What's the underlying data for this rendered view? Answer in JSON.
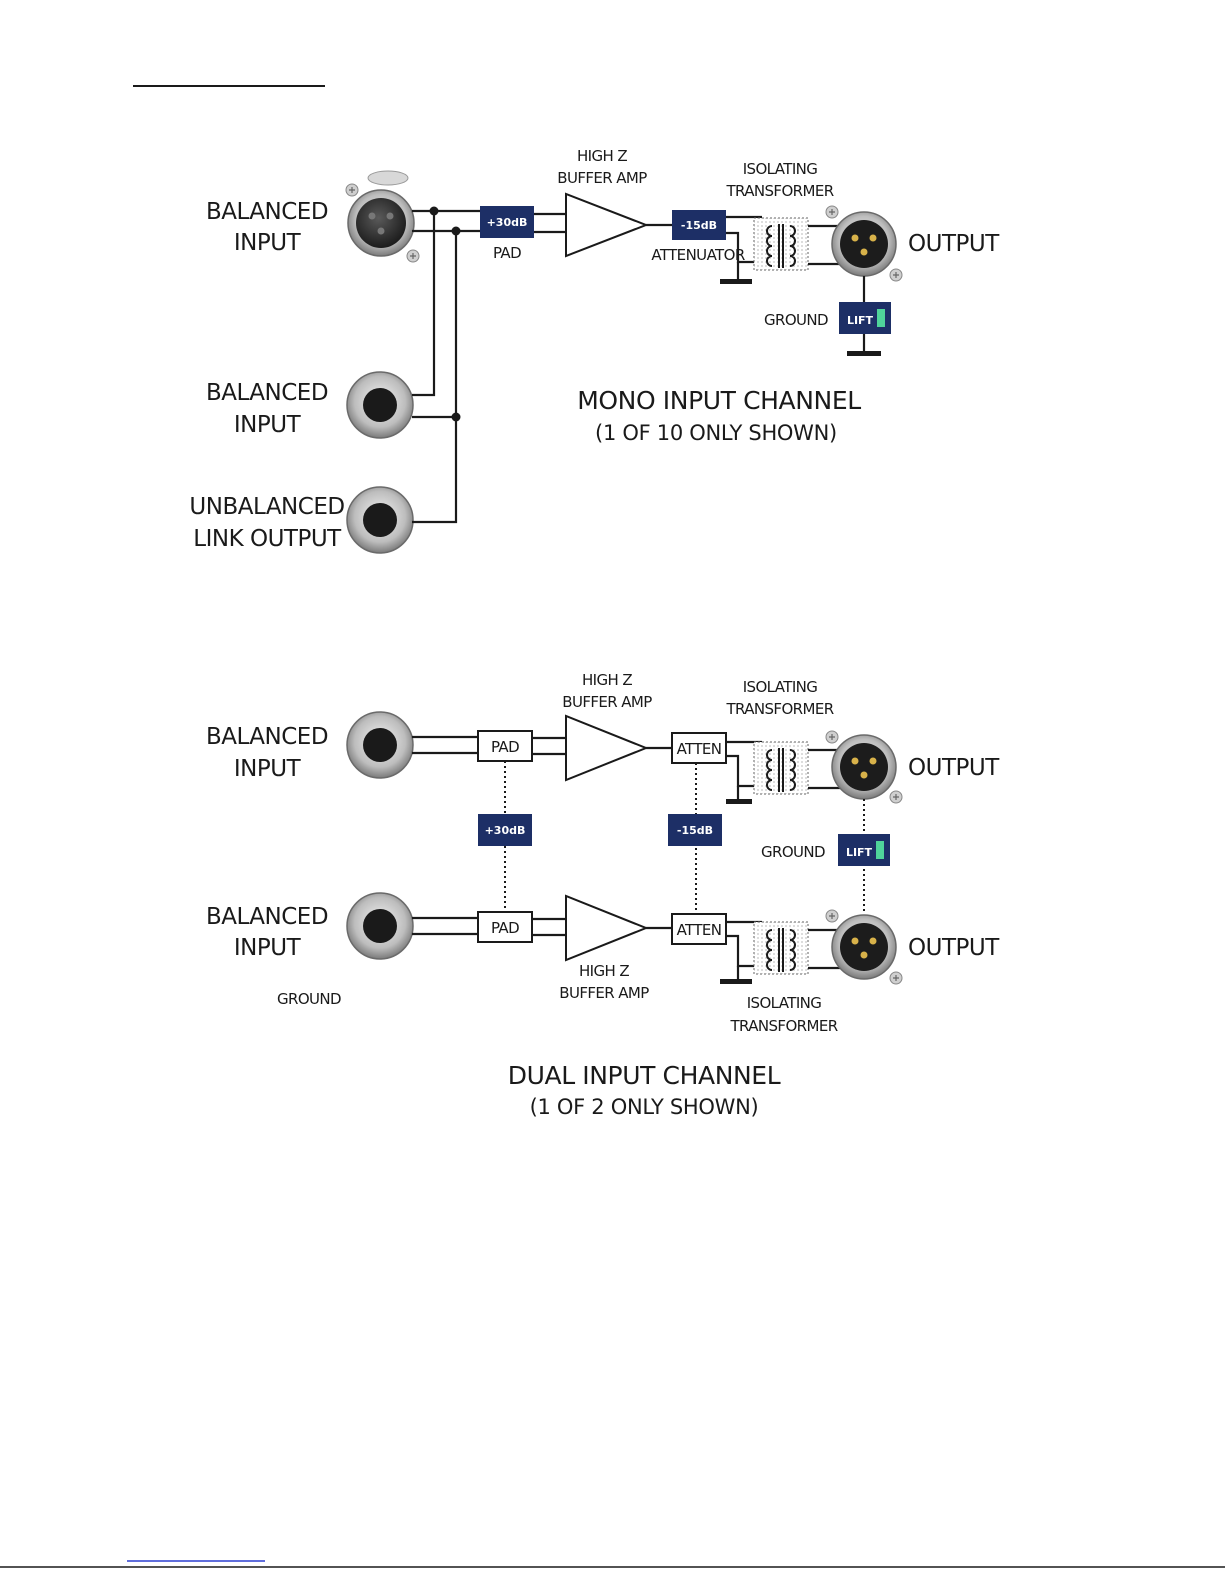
{
  "colors": {
    "badge": "#1d2f66",
    "lift_led": "#4fd39a",
    "connector_ring": "#b5b5b5",
    "xlr_pin": "#d8b24a"
  },
  "mono": {
    "labels": {
      "balanced_input_1": [
        "BALANCED",
        "INPUT"
      ],
      "balanced_input_2": [
        "BALANCED",
        "INPUT"
      ],
      "unbalanced_link": [
        "UNBALANCED",
        "LINK OUTPUT"
      ],
      "buffer_amp": [
        "HIGH Z",
        "BUFFER AMP"
      ],
      "isolating_transformer": [
        "ISOLATING",
        "TRANSFORMER"
      ],
      "pad_badge": "+30dB",
      "pad_label": "PAD",
      "atten_badge": "-15dB",
      "atten_label": "ATTENUATOR",
      "output": "OUTPUT",
      "ground": "GROUND",
      "lift": "LIFT"
    },
    "title": "MONO INPUT CHANNEL",
    "subtitle": "(1 OF 10 ONLY SHOWN)"
  },
  "dual": {
    "labels": {
      "balanced_input_1": [
        "BALANCED",
        "INPUT"
      ],
      "balanced_input_2": [
        "BALANCED",
        "INPUT"
      ],
      "buffer_amp_top": [
        "HIGH Z",
        "BUFFER AMP"
      ],
      "buffer_amp_bottom": [
        "HIGH Z",
        "BUFFER AMP"
      ],
      "transformer_top": [
        "ISOLATING",
        "TRANSFORMER"
      ],
      "transformer_bottom": [
        "ISOLATING",
        "TRANSFORMER"
      ],
      "pad_box": "PAD",
      "atten_box": "ATTEN",
      "pad_badge": "+30dB",
      "atten_badge": "-15dB",
      "output": "OUTPUT",
      "ground": "GROUND",
      "ground_left": "GROUND",
      "lift": "LIFT"
    },
    "title": "DUAL INPUT CHANNEL",
    "subtitle": "(1 OF 2 ONLY SHOWN)"
  }
}
